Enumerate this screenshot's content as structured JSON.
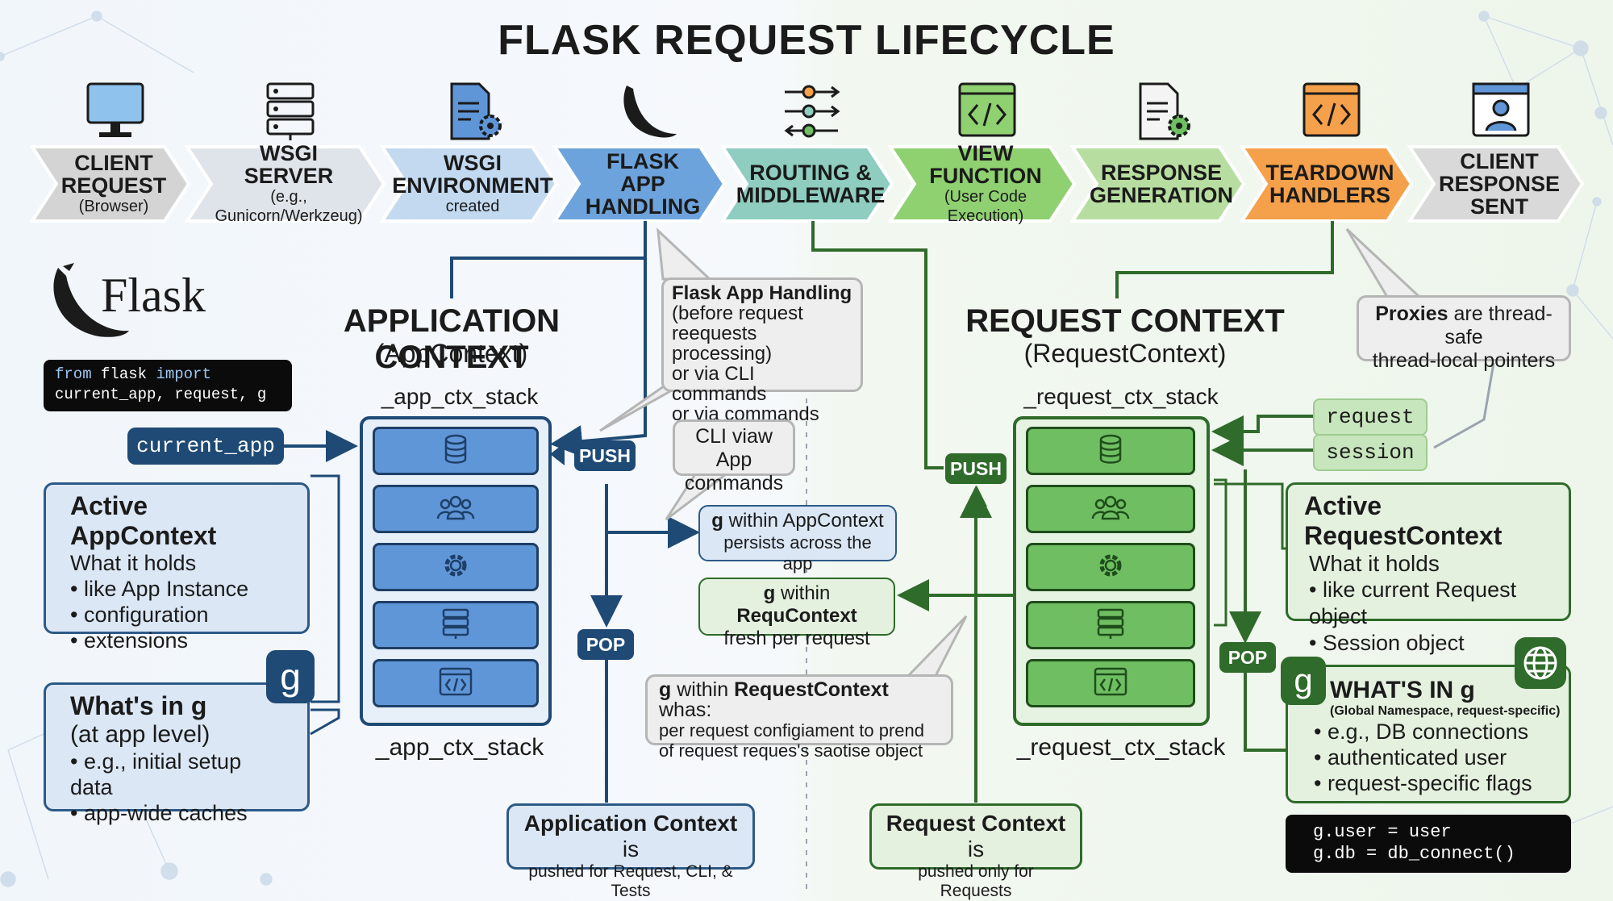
{
  "title": "FLASK REQUEST LIFECYCLE",
  "stages": [
    {
      "title": "CLIENT REQUEST",
      "sub": "(Browser)",
      "icon": "monitor-icon",
      "color": "#d4d4d4"
    },
    {
      "title": "WSGI SERVER",
      "sub": "(e.g., Gunicorn/Werkzeug)",
      "icon": "server-icon",
      "color": "#dfe4ea"
    },
    {
      "title": "WSGI ENVIRONMENT",
      "sub": "created",
      "icon": "document-gear-icon",
      "color": "#c2d9f0"
    },
    {
      "title": "FLASK APP HANDLING",
      "sub": "",
      "icon": "flask-horn-icon",
      "color": "#6da3dc"
    },
    {
      "title": "ROUTING & MIDDLEWARE",
      "sub": "",
      "icon": "routing-icon",
      "color": "#8ecdc0"
    },
    {
      "title": "VIEW FUNCTION",
      "sub": "(User Code Execution)",
      "icon": "code-window-icon",
      "color": "#8fd070"
    },
    {
      "title": "RESPONSE GENERATION",
      "sub": "",
      "icon": "document-gear-green-icon",
      "color": "#b7dea0"
    },
    {
      "title": "TEARDOWN HANDLERS",
      "sub": "",
      "icon": "code-window-orange-icon",
      "color": "#f5a04a"
    },
    {
      "title": "CLIENT RESPONSE SENT",
      "sub": "",
      "icon": "user-window-icon",
      "color": "#d9d9d9"
    }
  ],
  "logo": {
    "text": "Flask"
  },
  "import_code": {
    "line1_kw1": "from",
    "line1_mod": "flask",
    "line1_kw2": "import",
    "line2": "current_app, request, g"
  },
  "app_context": {
    "title": "APPLICATION CONTEXT",
    "subtitle": "(AppContext)",
    "stack_label_top": "_app_ctx_stack",
    "stack_label_bottom": "_app_ctx_stack",
    "current_app": "current_app",
    "push": "PUSH",
    "pop": "POP",
    "active_title": "Active AppContext",
    "active_sub": "What it holds",
    "active_items": [
      "like App Instance",
      "configuration",
      "extensions"
    ],
    "g_title": "What's in g",
    "g_sub": "(at app level)",
    "g_items": [
      "e.g., initial setup data",
      "app-wide caches"
    ],
    "g_badge": "g",
    "note_bold": "Application Context",
    "note_rest": " is",
    "note_line2": "pushed for Request, CLI, & Tests"
  },
  "callouts": {
    "flask_app_title": "Flask App Handling",
    "flask_app_lines": [
      "(before request",
      "reequests processing)",
      "or via CLI commands",
      "or via commands"
    ],
    "cli": [
      "CLI viaw App",
      "commands"
    ],
    "g_app_bold": "g",
    "g_app_rest": " within AppContext",
    "g_app_line2": "persists across the app",
    "g_req_bold1": "g",
    "g_req_mid": " within ",
    "g_req_bold2": "RequContext",
    "g_req_line2": "fresh per request",
    "g_req2_bold1": "g",
    "g_req2_mid": " within ",
    "g_req2_bold2": "RequestContext",
    "g_req2_rest": " whas:",
    "g_req2_line2": "per request configiament to prend",
    "g_req2_line3": "of request reques's saotise object",
    "proxies_bold": "Proxies",
    "proxies_rest": " are thread-safe",
    "proxies_line2": "thread-local pointers"
  },
  "request_context": {
    "title": "REQUEST CONTEXT",
    "subtitle": "(RequestContext)",
    "stack_label_top": "_request_ctx_stack",
    "stack_label_bottom": "_request_ctx_stack",
    "push": "PUSH",
    "pop": "POP",
    "request_proxy": "request",
    "session_proxy": "session",
    "active_title": "Active RequestContext",
    "active_sub": "What it holds",
    "active_items": [
      "like current Request object",
      "Session object"
    ],
    "g_badge": "g",
    "g_title": "WHAT'S IN g",
    "g_sub": "(Global Namespace, request-specific)",
    "g_items": [
      "e.g., DB connections",
      "authenticated user",
      "request-specific flags"
    ],
    "code_line1": "g.user = user",
    "code_line2": "g.db = db_connect()",
    "note_bold": "Request Context",
    "note_rest": " is",
    "note_line2": "pushed only for Requests"
  },
  "stack_icons": [
    "database-icon",
    "users-icon",
    "gear-icon",
    "server-rack-icon",
    "code-icon"
  ],
  "colors": {
    "navy": "#1e4a75",
    "green": "#2f6b2a",
    "blue_cell": "#5f96d8",
    "green_cell": "#6fbf62",
    "orange": "#f5a04a"
  }
}
